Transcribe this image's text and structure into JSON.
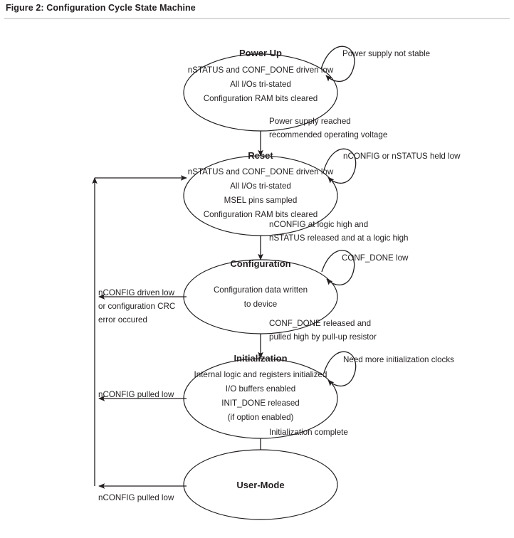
{
  "figure": {
    "title": "Figure 2: Configuration Cycle State Machine"
  },
  "colors": {
    "ink": "#231f20",
    "rule": "#d9dadb",
    "background": "#ffffff"
  },
  "chart_data": {
    "type": "diagram",
    "diagram_kind": "state-machine",
    "title": "Figure 2: Configuration Cycle State Machine",
    "states": [
      {
        "id": "power-up",
        "title": "Power Up",
        "lines": [
          "nSTATUS and CONF_DONE driven low",
          "All I/Os tri-stated",
          "Configuration RAM bits cleared"
        ]
      },
      {
        "id": "reset",
        "title": "Reset",
        "lines": [
          "nSTATUS and CONF_DONE driven low",
          "All I/Os tri-stated",
          "MSEL pins sampled",
          "Configuration RAM bits cleared"
        ]
      },
      {
        "id": "configuration",
        "title": "Configuration",
        "lines": [
          "Configuration data written",
          "to device"
        ]
      },
      {
        "id": "initialization",
        "title": "Initialization",
        "lines": [
          "Internal logic and registers initialized",
          "I/O buffers enabled",
          "INIT_DONE released",
          "(if option enabled)"
        ]
      },
      {
        "id": "user-mode",
        "title": "User-Mode",
        "lines": []
      }
    ],
    "self_loops": [
      {
        "id": "loop-power-up",
        "state": "power-up",
        "label": "Power supply not stable"
      },
      {
        "id": "loop-reset",
        "state": "reset",
        "label": "nCONFIG or nSTATUS held low"
      },
      {
        "id": "loop-configuration",
        "state": "configuration",
        "label": "CONF_DONE low"
      },
      {
        "id": "loop-initialization",
        "state": "initialization",
        "label": "Need more initialization clocks"
      }
    ],
    "transitions": [
      {
        "id": "t-powerup-reset",
        "from": "power-up",
        "to": "reset",
        "lines": [
          "Power supply reached",
          "recommended operating voltage"
        ]
      },
      {
        "id": "t-reset-configuration",
        "from": "reset",
        "to": "configuration",
        "lines": [
          "nCONFIG at logic high and",
          "nSTATUS released and at a logic high"
        ]
      },
      {
        "id": "t-configuration-initialization",
        "from": "configuration",
        "to": "initialization",
        "lines": [
          "CONF_DONE released and",
          "pulled high by pull-up resistor"
        ]
      },
      {
        "id": "t-initialization-usermode",
        "from": "initialization",
        "to": "user-mode",
        "lines": [
          "Initialization complete"
        ]
      },
      {
        "id": "t-configuration-reset",
        "from": "configuration",
        "to": "reset",
        "lines": [
          "nCONFIG driven low",
          "or configuration CRC",
          "error occured"
        ]
      },
      {
        "id": "t-initialization-reset",
        "from": "initialization",
        "to": "reset",
        "lines": [
          "nCONFIG pulled low"
        ]
      },
      {
        "id": "t-usermode-reset",
        "from": "user-mode",
        "to": "reset",
        "lines": [
          "nCONFIG pulled low"
        ]
      }
    ]
  }
}
